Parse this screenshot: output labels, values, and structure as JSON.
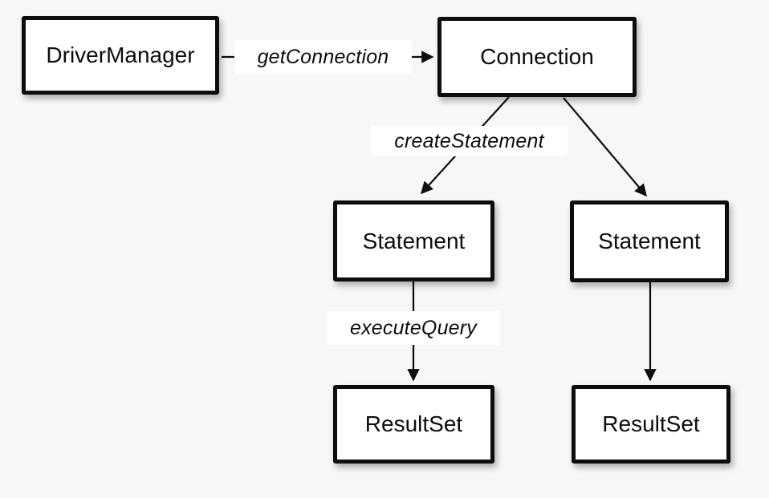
{
  "diagram": {
    "colors": {
      "background": "#f7f7f7",
      "node_fill": "#ffffff",
      "node_border": "#0d0d0d",
      "edge_stroke": "#0d0d0d",
      "label_background": "#ffffff"
    },
    "nodes": [
      {
        "id": "driver-manager",
        "label": "DriverManager"
      },
      {
        "id": "connection",
        "label": "Connection"
      },
      {
        "id": "statement-left",
        "label": "Statement"
      },
      {
        "id": "statement-right",
        "label": "Statement"
      },
      {
        "id": "resultset-left",
        "label": "ResultSet"
      },
      {
        "id": "resultset-right",
        "label": "ResultSet"
      }
    ],
    "edges": [
      {
        "from": "driver-manager",
        "to": "connection",
        "label": "getConnection"
      },
      {
        "from": "connection",
        "to": "statement-left",
        "label": "createStatement"
      },
      {
        "from": "connection",
        "to": "statement-right",
        "label": ""
      },
      {
        "from": "statement-left",
        "to": "resultset-left",
        "label": "executeQuery"
      },
      {
        "from": "statement-right",
        "to": "resultset-right",
        "label": ""
      }
    ]
  }
}
